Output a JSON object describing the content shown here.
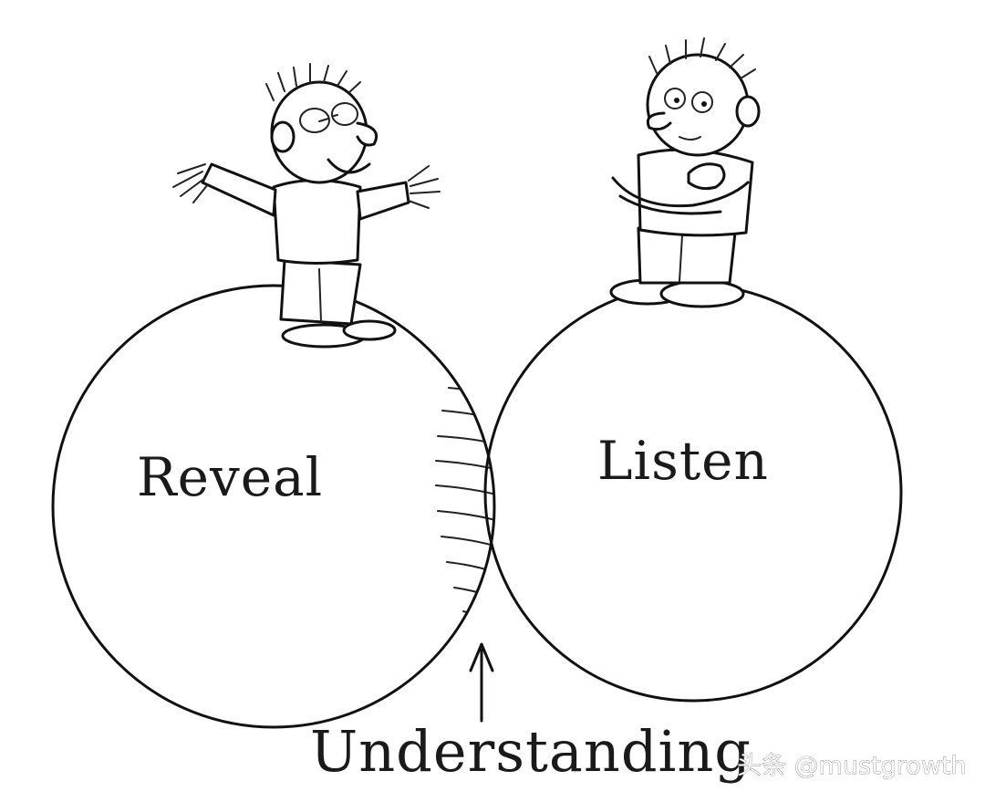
{
  "labels": {
    "left_circle": "Reveal",
    "right_circle": "Listen",
    "overlap": "Understanding"
  },
  "watermark": "头条 @mustgrowth",
  "colors": {
    "ink": "#111111",
    "paper": "#ffffff"
  }
}
